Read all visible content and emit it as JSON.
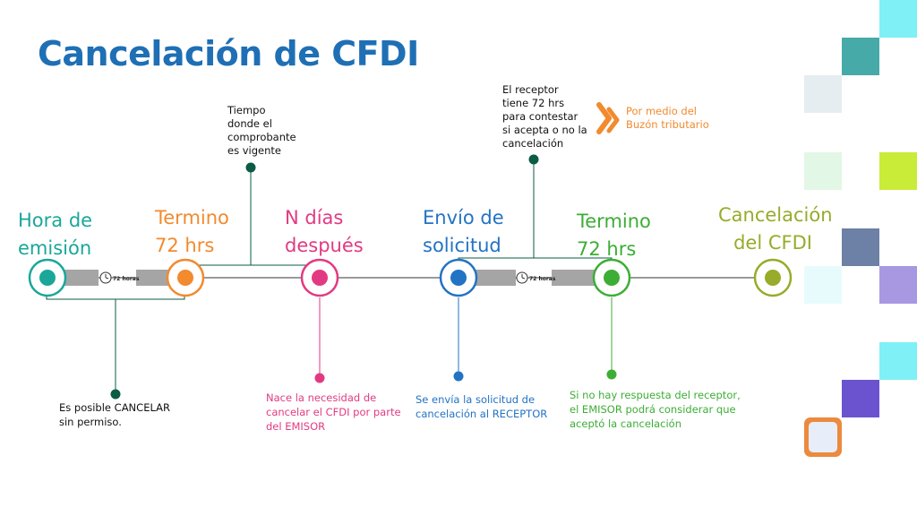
{
  "title": "Cancelación de CFDI",
  "colors": {
    "title": "#1f6fb5",
    "teal": "#1aa79a",
    "orange": "#f28a2e",
    "pink": "#e23a82",
    "blue": "#2373c4",
    "green": "#3cae35",
    "olive": "#98ab2a",
    "dark_green": "#0b5b45",
    "timer_bar": "#a5a5a5"
  },
  "stages": [
    {
      "label_line1": "Hora de",
      "label_line2": "emisión"
    },
    {
      "label_line1": "Termino",
      "label_line2": "72 hrs"
    },
    {
      "label_line1": "N días",
      "label_line2": "después"
    },
    {
      "label_line1": "Envío de",
      "label_line2": "solicitud"
    },
    {
      "label_line1": "Termino",
      "label_line2": "72 hrs"
    },
    {
      "label_line1": "Cancelación",
      "label_line2": "del CFDI"
    }
  ],
  "timers": [
    {
      "label": "72 horas",
      "icon": "clock-icon"
    },
    {
      "label": "72 horas",
      "icon": "clock-icon"
    }
  ],
  "annotations": {
    "vigente": [
      "Tiempo",
      "donde el",
      "comprobante",
      "es vigente"
    ],
    "receptor": [
      "El receptor",
      "tiene 72 hrs",
      "para contestar",
      "si acepta o no la",
      "cancelación"
    ],
    "buzon": [
      "Por medio del",
      "Buzón tributario"
    ],
    "sin_permiso": [
      "Es posible CANCELAR",
      "sin permiso."
    ],
    "necesidad": [
      "Nace la necesidad de",
      "cancelar el CFDI por parte",
      "del EMISOR"
    ],
    "envio": [
      "Se envía la solicitud de",
      "cancelación al RECEPTOR"
    ],
    "sin_respuesta": [
      "Si no hay respuesta del receptor,",
      "el EMISOR podrá considerar que",
      "aceptó la cancelación"
    ]
  },
  "decor": {
    "squares": [
      "#7ff0f5",
      "#46aaa9",
      "#e6edf0",
      "#e2f7e5",
      "#c8ec38",
      "#6d80a5",
      "#e8fbfc",
      "#a898e2",
      "#7ff0f5",
      "#6b53cf"
    ],
    "arrow_icon": "double-chevron-right-icon",
    "logo_icon": "logo-icon"
  }
}
